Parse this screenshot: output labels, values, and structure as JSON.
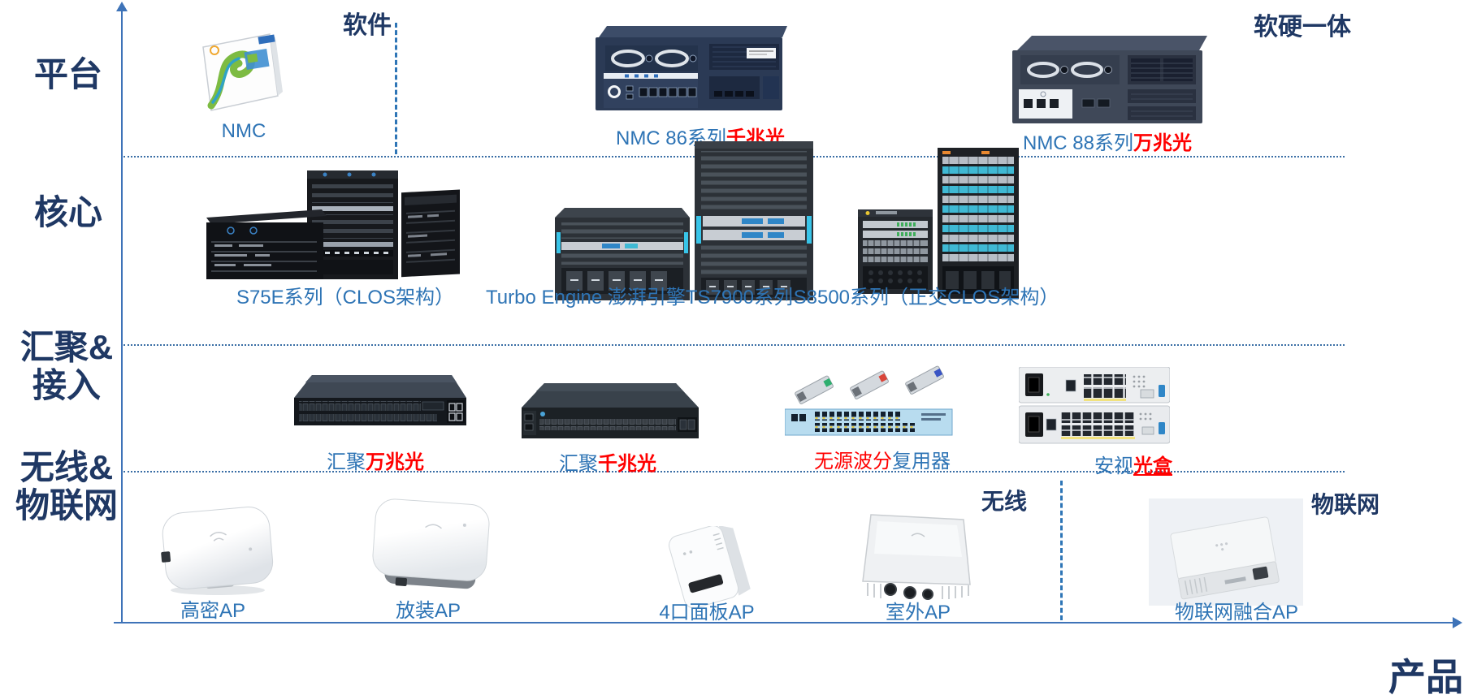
{
  "palette": {
    "header_navy": "#1F3864",
    "label_blue": "#2E74B5",
    "highlight_red": "#FF0000",
    "axis_blue": "#3E73B8",
    "separator_blue": "#3A6EA5",
    "cyan_accent": "#38C4E8",
    "teal_accent": "#3FB9D4"
  },
  "axis": {
    "x_label": "产品"
  },
  "row_labels": {
    "platform": "平台",
    "core": "核心",
    "agg_line1": "汇聚&",
    "agg_line2": "接入",
    "wlan_line1": "无线&",
    "wlan_line2": "物联网"
  },
  "zones": {
    "software": "软件",
    "integrated": "软硬一体",
    "wireless": "无线",
    "iot": "物联网"
  },
  "products": {
    "nmc": {
      "label": "NMC"
    },
    "nmc86": {
      "label_blue": "NMC 86系列",
      "label_red": "千兆光"
    },
    "nmc88": {
      "label_blue": "NMC 88系列",
      "label_red": "万兆光"
    },
    "s75e": {
      "label": "S75E系列（CLOS架构）"
    },
    "ts7900": {
      "label": "Turbo Engine 澎湃引擎TS7900系列"
    },
    "s8500": {
      "label": "S8500系列（正交CLOS架构）"
    },
    "agg10g": {
      "label_blue": "汇聚",
      "label_red": "万兆光"
    },
    "agg1g": {
      "label_blue": "汇聚",
      "label_red": "千兆光"
    },
    "cwdm": {
      "label_red": "无源波分",
      "label_blue": "复用器"
    },
    "anshi": {
      "label_blue": "安视",
      "label_red": "光盒"
    },
    "ap_high": {
      "label": "高密AP"
    },
    "ap_std": {
      "label": "放装AP"
    },
    "ap_panel": {
      "label": "4口面板AP"
    },
    "ap_outdoor": {
      "label": "室外AP"
    },
    "ap_iot": {
      "label": "物联网融合AP"
    }
  }
}
